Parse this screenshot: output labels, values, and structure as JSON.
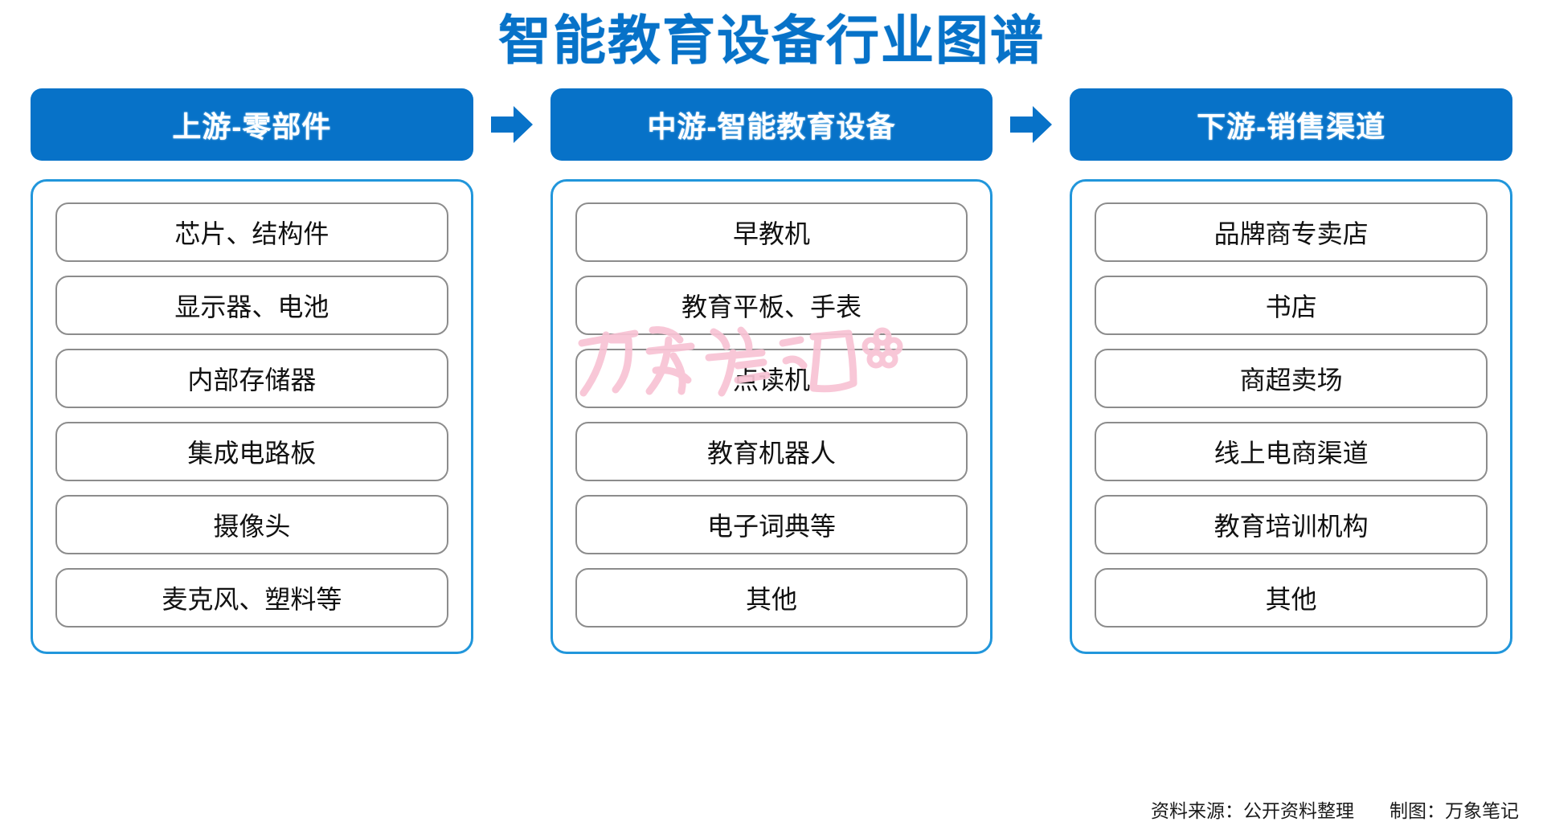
{
  "page": {
    "title": "智能教育设备行业图谱",
    "accent_color": "#0772C8",
    "panel_border_color": "#2196DB",
    "item_border_color": "#8c8c8c",
    "background_color": "#ffffff"
  },
  "columns": [
    {
      "header": "上游-零部件",
      "items": [
        "芯片、结构件",
        "显示器、电池",
        "内部存储器",
        "集成电路板",
        "摄像头",
        "麦克风、塑料等"
      ]
    },
    {
      "header": "中游-智能教育设备",
      "items": [
        "早教机",
        "教育平板、手表",
        "点读机",
        "教育机器人",
        "电子词典等",
        "其他"
      ]
    },
    {
      "header": "下游-销售渠道",
      "items": [
        "品牌商专卖店",
        "书店",
        "商超卖场",
        "线上电商渠道",
        "教育培训机构",
        "其他"
      ]
    }
  ],
  "arrows": [
    {
      "name": "arrow-right-icon-1",
      "color": "#0772C8"
    },
    {
      "name": "arrow-right-icon-2",
      "color": "#0772C8"
    }
  ],
  "footer": {
    "source": "资料来源：公开资料整理",
    "credit": "制图：万象笔记"
  },
  "watermark": {
    "text": "万象笔记",
    "color": "#F8C3D4"
  }
}
